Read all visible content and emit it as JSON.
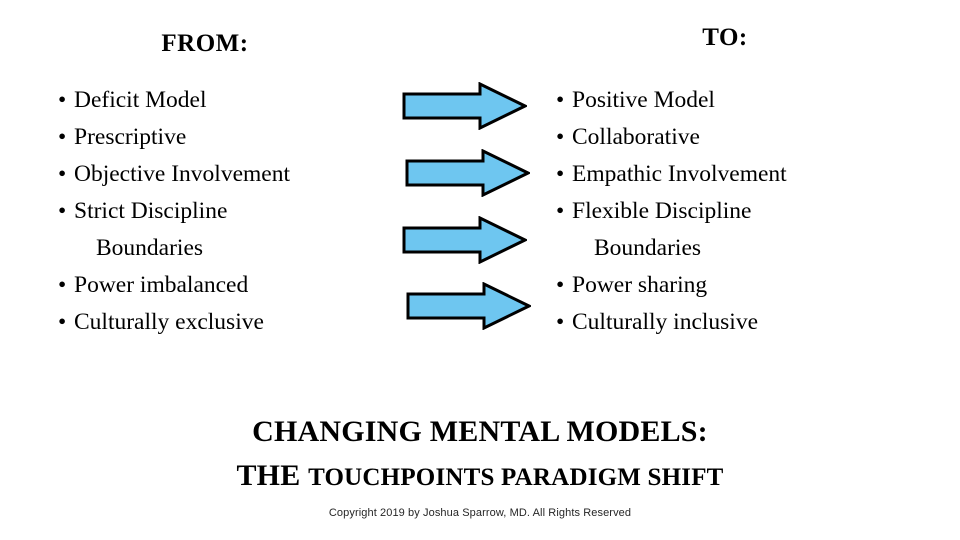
{
  "headings": {
    "from": "FROM:",
    "to": "TO:"
  },
  "columns": {
    "from": {
      "items": [
        {
          "bullet": "•",
          "text": "Deficit Model"
        },
        {
          "bullet": "•",
          "text": "Prescriptive"
        },
        {
          "bullet": "•",
          "text": "Objective Involvement"
        },
        {
          "bullet": "•",
          "text": "Strict Discipline",
          "continuation": "Boundaries"
        },
        {
          "bullet": "•",
          "text": "Power imbalanced"
        },
        {
          "bullet": "•",
          "text": "Culturally exclusive"
        }
      ]
    },
    "to": {
      "items": [
        {
          "bullet": "•",
          "text": "Positive Model"
        },
        {
          "bullet": "•",
          "text": "Collaborative"
        },
        {
          "bullet": "•",
          "text": "Empathic Involvement"
        },
        {
          "bullet": "•",
          "text": "Flexible Discipline",
          "continuation": "Boundaries"
        },
        {
          "bullet": "•",
          "text": "Power sharing"
        },
        {
          "bullet": "•",
          "text": "Culturally inclusive"
        }
      ]
    }
  },
  "arrows": {
    "count": 4,
    "fill_color": "#6EC6F0",
    "stroke_color": "#000000",
    "direction": "right"
  },
  "title": {
    "line1": "CHANGING MENTAL MODELS:",
    "line2_prefix": "THE ",
    "line2_rest": "TOUCHPOINTS PARADIGM SHIFT"
  },
  "copyright": "Copyright 2019 by Joshua Sparrow, MD. All Rights Reserved"
}
